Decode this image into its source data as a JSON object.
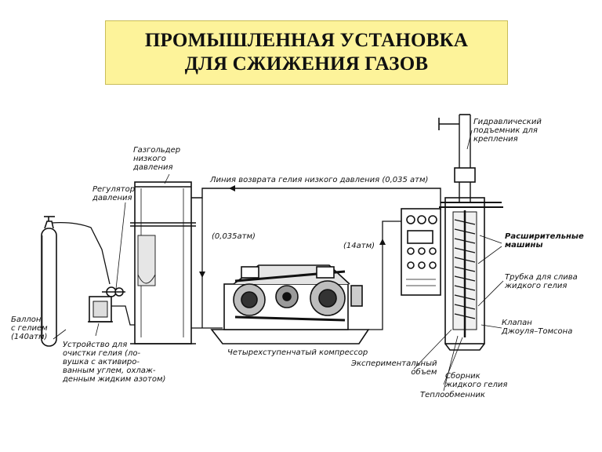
{
  "title": {
    "line1": "ПРОМЫШЛЕННАЯ УСТАНОВКА",
    "line2": "ДЛЯ СЖИЖЕНИЯ ГАЗОВ"
  },
  "labels": {
    "gasholder": "Газгольдер\nнизкого\nдавления",
    "regulator": "Регулятор\nдавления",
    "return_line": "Линия возврата гелия низкого давления (0,035 атм)",
    "pressure_low": "(0,035атм)",
    "pressure_high": "(14атм)",
    "hydraulic_lift": "Гидравлический\nподъемник для\nкрепления",
    "expansion_machines": "Расширительные\nмашины",
    "drain_tube": "Трубка для слива\nжидкого гелия",
    "jt_valve": "Клапан\nДжоуля–Томсона",
    "cylinder": "Баллон\nс гелием\n(140атм)",
    "purifier": "Устройство для\nочистки гелия (ло-\nвушка с активиро-\nванным углем, охлаж-\nденным жидким азотом)",
    "compressor": "Четырехступенчатый компрессор",
    "experimental_volume": "Экспериментальный\nобъем",
    "collector": "Сборник\nжидкого гелия",
    "heat_exchanger": "Теплообменник"
  },
  "colors": {
    "title_bg": "#fdf39a",
    "ink": "#111111"
  }
}
